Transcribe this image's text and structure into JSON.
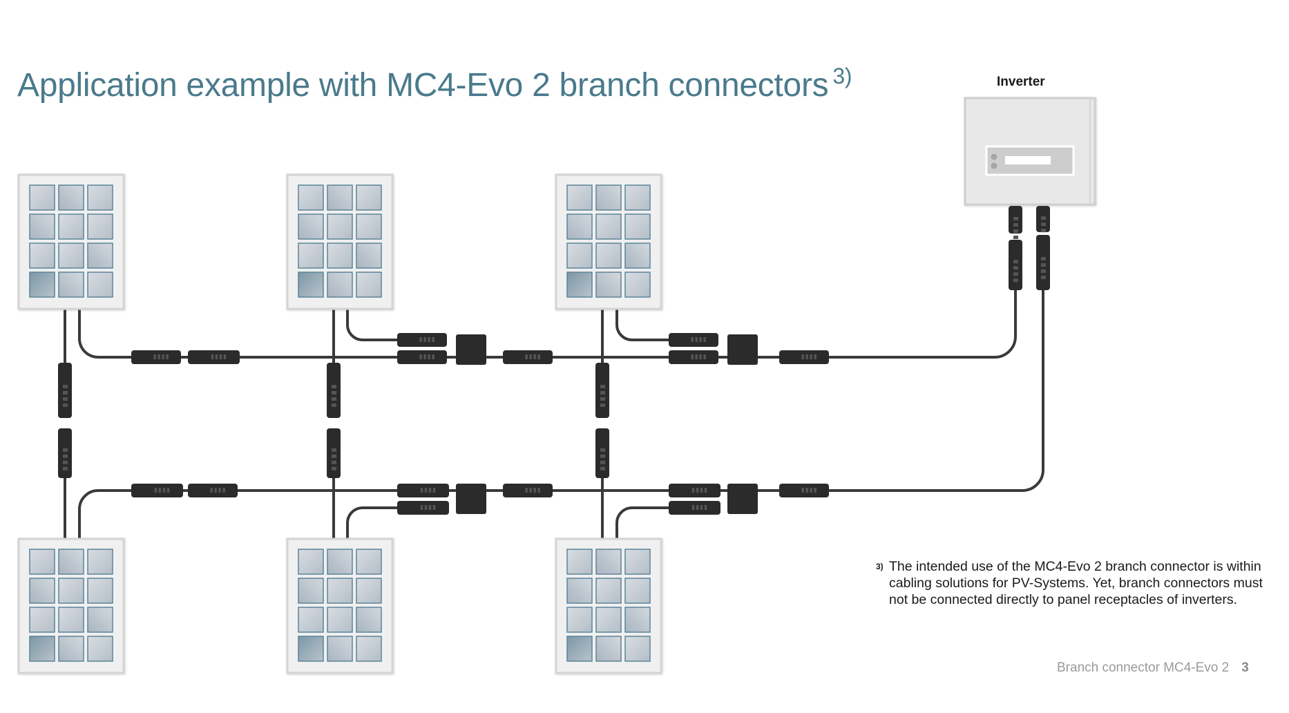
{
  "page": {
    "title": "Application example with MC4-Evo 2 branch connectors",
    "title_footnote_ref": "3)",
    "accent_color": "#4a7a8c"
  },
  "diagram": {
    "inverter_label": "Inverter",
    "panels": [
      {
        "id": "panel-top-1",
        "row": "top",
        "column": 1
      },
      {
        "id": "panel-top-2",
        "row": "top",
        "column": 2
      },
      {
        "id": "panel-top-3",
        "row": "top",
        "column": 3
      },
      {
        "id": "panel-bottom-1",
        "row": "bottom",
        "column": 1
      },
      {
        "id": "panel-bottom-2",
        "row": "bottom",
        "column": 2
      },
      {
        "id": "panel-bottom-3",
        "row": "bottom",
        "column": 3
      }
    ],
    "panel_cells": {
      "columns": 3,
      "rows": 4
    },
    "cable_color": "#3a3a3a",
    "connector_color": "#2b2b2b"
  },
  "footnote": {
    "marker": "3)",
    "text": "The intended use of the MC4-Evo 2 branch connector is within cabling solutions for PV-Systems. Yet, branch connectors must not be connected directly to panel receptacles of inverters."
  },
  "footer": {
    "doc_title": "Branch connector MC4-Evo 2",
    "page_number": "3"
  }
}
